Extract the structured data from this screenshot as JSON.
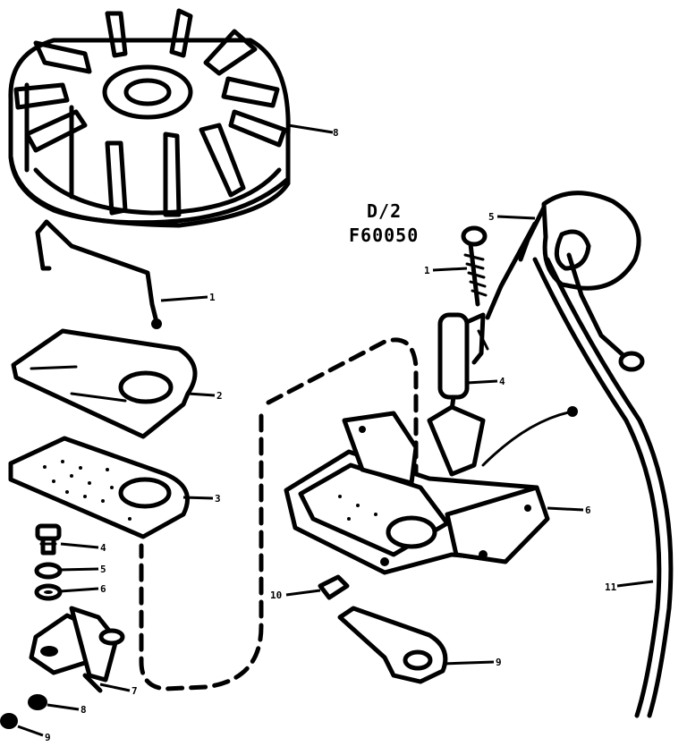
{
  "diagram": {
    "reference": {
      "line1": "D/2",
      "line2": "F60050"
    },
    "parts": [
      {
        "id": "flywheel",
        "callout": "8"
      },
      {
        "id": "spring-clip",
        "callout": "1"
      },
      {
        "id": "dust-cover",
        "callout": "2"
      },
      {
        "id": "breaker-plate",
        "callout": "3"
      },
      {
        "id": "screw",
        "callout": "4"
      },
      {
        "id": "lock-washer",
        "callout": "5"
      },
      {
        "id": "washer",
        "callout": "6"
      },
      {
        "id": "breaker-points",
        "callout": "7"
      },
      {
        "id": "nut",
        "callout": "8"
      },
      {
        "id": "small-nut",
        "callout": "9"
      },
      {
        "id": "condenser-screw",
        "callout": "1"
      },
      {
        "id": "condenser",
        "callout": "4"
      },
      {
        "id": "spark-plug-boot",
        "callout": "5"
      },
      {
        "id": "coil-assembly",
        "callout": "6"
      },
      {
        "id": "felt-wick",
        "callout": "10"
      },
      {
        "id": "cam-lever",
        "callout": "9"
      },
      {
        "id": "high-tension-wire",
        "callout": "11"
      }
    ]
  }
}
